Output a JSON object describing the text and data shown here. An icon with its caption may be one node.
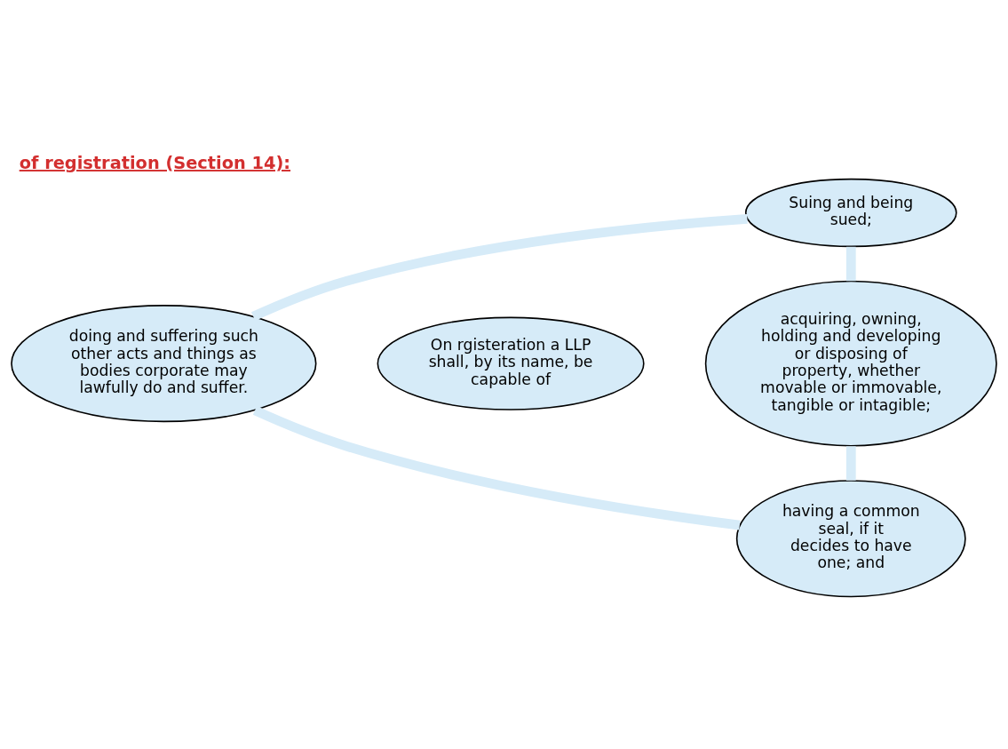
{
  "diagram": {
    "title": "of registration (Section 14):",
    "nodes": [
      {
        "text": [
          "On rgisteration a LLP shall, by its name, be capable of"
        ]
      },
      {
        "text": [
          "Suing and being sued;"
        ]
      },
      {
        "text": [
          "acquiring, owning, holding and developing or disposing of property, whether movable or immovable, tangible or intagible;"
        ]
      },
      {
        "text": [
          "having a common seal, if it decides to have one; and"
        ]
      },
      {
        "text": [
          "doing and suffering such other acts and things as bodies corporate may lawfully do and suffer."
        ]
      }
    ],
    "edges": [
      {
        "from": 1,
        "to": 2,
        "arrow": "none"
      },
      {
        "from": 2,
        "to": 3,
        "arrow": "none"
      },
      {
        "from": 3,
        "to": 4,
        "arrow": "none"
      },
      {
        "from": 4,
        "to": 1,
        "arrow": "none"
      }
    ]
  }
}
